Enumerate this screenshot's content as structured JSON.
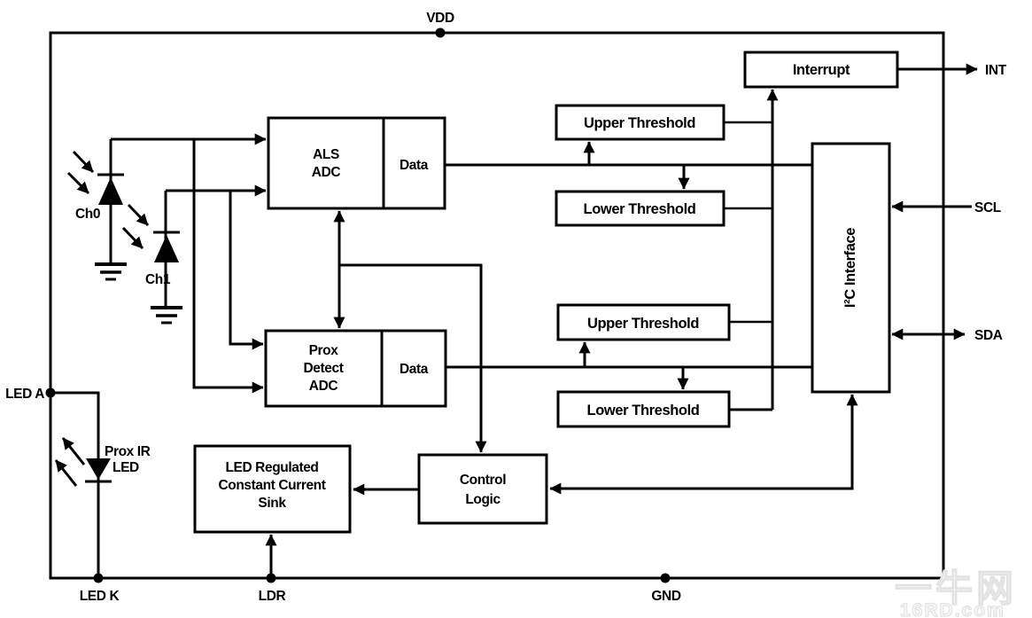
{
  "pins": {
    "vdd": "VDD",
    "int": "INT",
    "scl": "SCL",
    "sda": "SDA",
    "gnd": "GND",
    "ldr": "LDR",
    "led_k": "LED K",
    "led_a": "LED A"
  },
  "photodiodes": {
    "ch0": "Ch0",
    "ch1": "Ch1"
  },
  "ir_led": {
    "line1": "Prox IR",
    "line2": "LED"
  },
  "blocks": {
    "als_adc": {
      "line1": "ALS",
      "line2": "ADC",
      "data": "Data"
    },
    "prox_adc": {
      "line1": "Prox",
      "line2": "Detect",
      "line3": "ADC",
      "data": "Data"
    },
    "als_upper_threshold": "Upper Threshold",
    "als_lower_threshold": "Lower Threshold",
    "prox_upper_threshold": "Upper Threshold",
    "prox_lower_threshold": "Lower Threshold",
    "interrupt": "Interrupt",
    "i2c_interface": "I²C Interface",
    "control_logic": {
      "line1": "Control",
      "line2": "Logic"
    },
    "led_sink": {
      "line1": "LED Regulated",
      "line2": "Constant Current",
      "line3": "Sink"
    }
  },
  "watermark": {
    "line1": "一牛网",
    "line2": "16RD.com"
  },
  "colors": {
    "line": "#000000",
    "background": "#ffffff",
    "watermark": "#e2e2e2"
  }
}
